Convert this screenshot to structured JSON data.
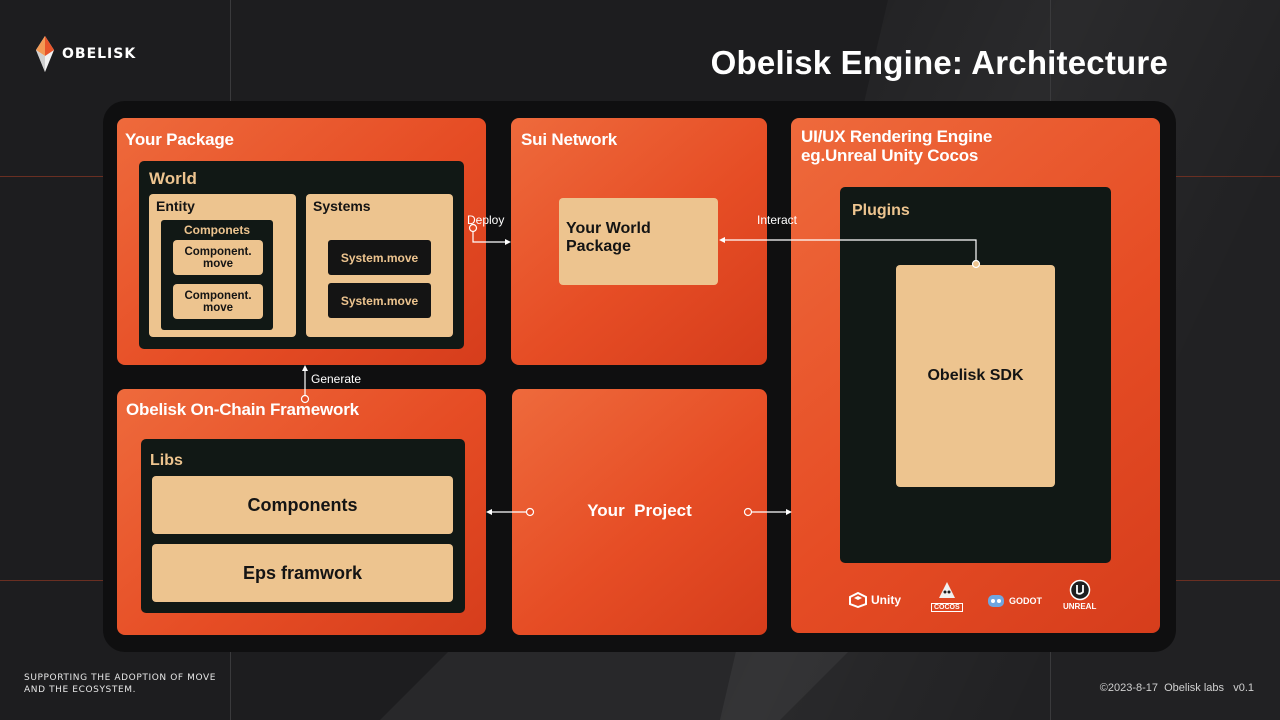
{
  "header": {
    "logo_text": "OBELISK",
    "title": "Obelisk Engine: Architecture"
  },
  "colors": {
    "background": "#1d1d1f",
    "accent_orange": "#e64d25",
    "beige": "#edc48f",
    "dark_box": "#111815"
  },
  "your_package": {
    "title": "Your Package",
    "world": "World",
    "entity": "Entity",
    "systems": "Systems",
    "componets": "Componets",
    "component_1": "Component. move",
    "component_2": "Component. move",
    "system_1": "System.move",
    "system_2": "System.move"
  },
  "sui_network": {
    "title": "Sui Network",
    "world_package": "Your World Package"
  },
  "rendering_engine": {
    "title_line1": "UI/UX Rendering Engine",
    "title_line2": "eg.Unreal Unity Cocos",
    "plugins": "Plugins",
    "sdk": "Obelisk SDK",
    "engines": {
      "unity": "Unity",
      "cocos": "COCOS",
      "godot": "GODOT",
      "unreal": "UNREAL"
    }
  },
  "framework": {
    "title": "Obelisk On-Chain Framework",
    "libs": "Libs",
    "components": "Components",
    "eps": "Eps framwork"
  },
  "project": {
    "title": "Your  Project"
  },
  "arrows": {
    "deploy": "Deploy",
    "interact": "Interact",
    "generate": "Generate"
  },
  "footer": {
    "tagline_line1": "SUPPORTING THE ADOPTION OF MOVE",
    "tagline_line2": "AND THE ECOSYSTEM.",
    "copyright": "©2023-8-17  Obelisk labs   v0.1"
  }
}
